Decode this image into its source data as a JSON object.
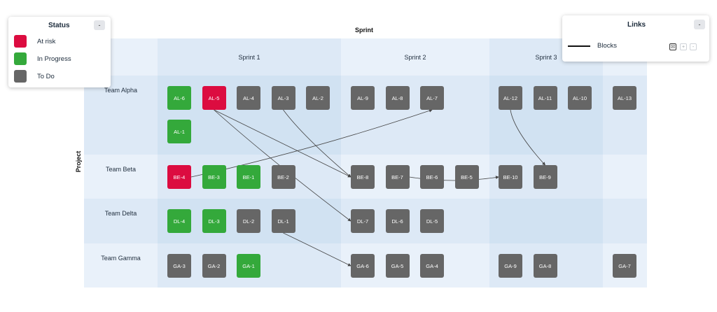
{
  "axes": {
    "sprint_title": "Sprint",
    "project_title": "Project"
  },
  "columns": [
    "Sprint 1",
    "Sprint 2",
    "Sprint 3",
    ""
  ],
  "rows": [
    "Team Alpha",
    "Team Beta",
    "Team Delta",
    "Team Gamma"
  ],
  "colors": {
    "at_risk": "#dc0c40",
    "in_progress": "#34a93b",
    "to_do": "#666666",
    "band_light": "#e9f1fa",
    "band_mid": "#dde9f6",
    "band_dark": "#d1e2f2",
    "link": "#444444"
  },
  "status_panel": {
    "title": "Status",
    "minimize_label": "-",
    "items": [
      {
        "label": "At risk",
        "status": "at_risk"
      },
      {
        "label": "In Progress",
        "status": "in_progress"
      },
      {
        "label": "To Do",
        "status": "to_do"
      }
    ]
  },
  "links_panel": {
    "title": "Links",
    "minimize_label": "-",
    "items": [
      {
        "label": "Blocks",
        "toggle": "☒",
        "expand": "+",
        "collapse": "-"
      }
    ]
  },
  "cards": [
    {
      "id": "AL-6",
      "status": "in_progress",
      "row": 0,
      "col": 0,
      "slot": 0,
      "line": 0
    },
    {
      "id": "AL-5",
      "status": "at_risk",
      "row": 0,
      "col": 0,
      "slot": 1,
      "line": 0
    },
    {
      "id": "AL-4",
      "status": "to_do",
      "row": 0,
      "col": 0,
      "slot": 2,
      "line": 0
    },
    {
      "id": "AL-3",
      "status": "to_do",
      "row": 0,
      "col": 0,
      "slot": 3,
      "line": 0
    },
    {
      "id": "AL-2",
      "status": "to_do",
      "row": 0,
      "col": 0,
      "slot": 4,
      "line": 0
    },
    {
      "id": "AL-1",
      "status": "in_progress",
      "row": 0,
      "col": 0,
      "slot": 0,
      "line": 1
    },
    {
      "id": "AL-9",
      "status": "to_do",
      "row": 0,
      "col": 1,
      "slot": 0,
      "line": 0
    },
    {
      "id": "AL-8",
      "status": "to_do",
      "row": 0,
      "col": 1,
      "slot": 1,
      "line": 0
    },
    {
      "id": "AL-7",
      "status": "to_do",
      "row": 0,
      "col": 1,
      "slot": 2,
      "line": 0
    },
    {
      "id": "AL-12",
      "status": "to_do",
      "row": 0,
      "col": 2,
      "slot": 0,
      "line": 0
    },
    {
      "id": "AL-11",
      "status": "to_do",
      "row": 0,
      "col": 2,
      "slot": 1,
      "line": 0
    },
    {
      "id": "AL-10",
      "status": "to_do",
      "row": 0,
      "col": 2,
      "slot": 2,
      "line": 0
    },
    {
      "id": "AL-13",
      "status": "to_do",
      "row": 0,
      "col": 3,
      "slot": 0,
      "line": 0
    },
    {
      "id": "BE-4",
      "status": "at_risk",
      "row": 1,
      "col": 0,
      "slot": 0,
      "line": 0
    },
    {
      "id": "BE-3",
      "status": "in_progress",
      "row": 1,
      "col": 0,
      "slot": 1,
      "line": 0
    },
    {
      "id": "BE-1",
      "status": "in_progress",
      "row": 1,
      "col": 0,
      "slot": 2,
      "line": 0
    },
    {
      "id": "BE-2",
      "status": "to_do",
      "row": 1,
      "col": 0,
      "slot": 3,
      "line": 0
    },
    {
      "id": "BE-8",
      "status": "to_do",
      "row": 1,
      "col": 1,
      "slot": 0,
      "line": 0
    },
    {
      "id": "BE-7",
      "status": "to_do",
      "row": 1,
      "col": 1,
      "slot": 1,
      "line": 0
    },
    {
      "id": "BE-6",
      "status": "to_do",
      "row": 1,
      "col": 1,
      "slot": 2,
      "line": 0
    },
    {
      "id": "BE-5",
      "status": "to_do",
      "row": 1,
      "col": 1,
      "slot": 3,
      "line": 0
    },
    {
      "id": "BE-10",
      "status": "to_do",
      "row": 1,
      "col": 2,
      "slot": 0,
      "line": 0
    },
    {
      "id": "BE-9",
      "status": "to_do",
      "row": 1,
      "col": 2,
      "slot": 1,
      "line": 0
    },
    {
      "id": "DL-4",
      "status": "in_progress",
      "row": 2,
      "col": 0,
      "slot": 0,
      "line": 0
    },
    {
      "id": "DL-3",
      "status": "in_progress",
      "row": 2,
      "col": 0,
      "slot": 1,
      "line": 0
    },
    {
      "id": "DL-2",
      "status": "to_do",
      "row": 2,
      "col": 0,
      "slot": 2,
      "line": 0
    },
    {
      "id": "DL-1",
      "status": "to_do",
      "row": 2,
      "col": 0,
      "slot": 3,
      "line": 0
    },
    {
      "id": "DL-7",
      "status": "to_do",
      "row": 2,
      "col": 1,
      "slot": 0,
      "line": 0
    },
    {
      "id": "DL-6",
      "status": "to_do",
      "row": 2,
      "col": 1,
      "slot": 1,
      "line": 0
    },
    {
      "id": "DL-5",
      "status": "to_do",
      "row": 2,
      "col": 1,
      "slot": 2,
      "line": 0
    },
    {
      "id": "GA-3",
      "status": "to_do",
      "row": 3,
      "col": 0,
      "slot": 0,
      "line": 0
    },
    {
      "id": "GA-2",
      "status": "to_do",
      "row": 3,
      "col": 0,
      "slot": 1,
      "line": 0
    },
    {
      "id": "GA-1",
      "status": "in_progress",
      "row": 3,
      "col": 0,
      "slot": 2,
      "line": 0
    },
    {
      "id": "GA-6",
      "status": "to_do",
      "row": 3,
      "col": 1,
      "slot": 0,
      "line": 0
    },
    {
      "id": "GA-5",
      "status": "to_do",
      "row": 3,
      "col": 1,
      "slot": 1,
      "line": 0
    },
    {
      "id": "GA-4",
      "status": "to_do",
      "row": 3,
      "col": 1,
      "slot": 2,
      "line": 0
    },
    {
      "id": "GA-9",
      "status": "to_do",
      "row": 3,
      "col": 2,
      "slot": 0,
      "line": 0
    },
    {
      "id": "GA-8",
      "status": "to_do",
      "row": 3,
      "col": 2,
      "slot": 1,
      "line": 0
    },
    {
      "id": "GA-7",
      "status": "to_do",
      "row": 3,
      "col": 3,
      "slot": 0,
      "line": 0
    }
  ],
  "links": [
    {
      "from": "AL-5",
      "to": "BE-8"
    },
    {
      "from": "AL-5",
      "to": "DL-7"
    },
    {
      "from": "AL-3",
      "to": "BE-8"
    },
    {
      "from": "BE-4",
      "to": "AL-7"
    },
    {
      "from": "BE-7",
      "to": "BE-10"
    },
    {
      "from": "AL-12",
      "to": "BE-9"
    },
    {
      "from": "DL-1",
      "to": "GA-6"
    }
  ]
}
